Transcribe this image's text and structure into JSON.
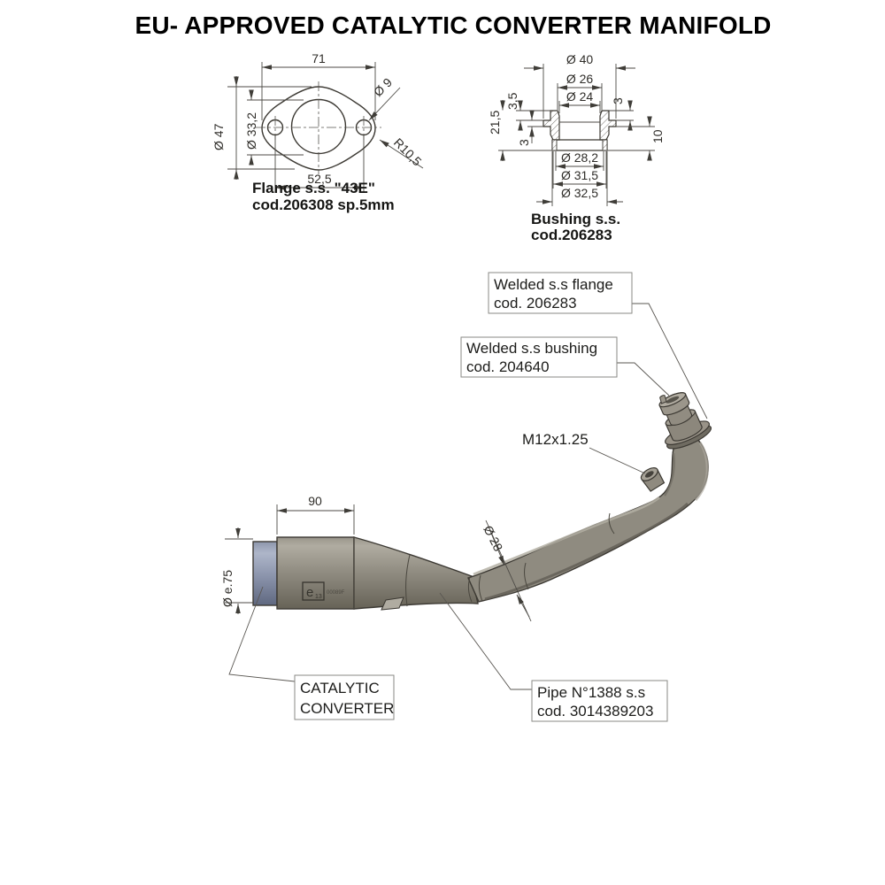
{
  "title": "EU- APPROVED CATALYTIC CONVERTER MANIFOLD",
  "flange_view": {
    "label_line1": "Flange s.s.    \"43E\"",
    "label_line2": "cod.206308 sp.5mm",
    "dim_width": "71",
    "dim_bolt_spacing": "52,5",
    "dim_outer_height": "Ø 47",
    "dim_center_hole": "Ø 33,2",
    "dim_bolt_hole": "Ø 9",
    "dim_tip_radius": "R10,5"
  },
  "bushing_view": {
    "label_line1": "Bushing s.s.",
    "label_line2": "cod.206283",
    "dim_flange_od": "Ø 40",
    "dim_top_bore": "Ø 26",
    "dim_bore": "Ø 24",
    "dim_top_to_lip": "3,5",
    "dim_total_height": "21,5",
    "dim_lip_thickness_left": "3",
    "dim_lip_thickness_right": "3",
    "dim_lower_height": "10",
    "dim_base_bore": "Ø 28,2",
    "dim_base_mid": "Ø 31,5",
    "dim_base_od": "Ø 32,5"
  },
  "assembly": {
    "callout_flange_line1": "Welded s.s flange",
    "callout_flange_line2": "cod. 206283",
    "callout_bushing_line1": "Welded s.s bushing",
    "callout_bushing_line2": "cod. 204640",
    "thread_label": "M12x1.25",
    "pipe_dia_label": "Ø 28",
    "cat_length_label": "90",
    "cat_dia_label": "Ø e.75",
    "callout_cat_line1": "CATALYTIC",
    "callout_cat_line2": "CONVERTER",
    "callout_pipe_line1": "Pipe N°1388 s.s",
    "callout_pipe_line2": "cod. 3014389203",
    "mark_e": "e",
    "mark_e_sub": "13",
    "mark_code": "00089F"
  },
  "colors": {
    "background": "#ffffff",
    "line": "#3c3933",
    "dimension": "#44423d",
    "pipe_light": "#b4b0a5",
    "pipe_mid": "#8f8b80",
    "pipe_dark": "#6b675d",
    "cap_light": "#aeb6c9",
    "cap_mid": "#8a93ab",
    "cap_dark": "#5f6880"
  }
}
